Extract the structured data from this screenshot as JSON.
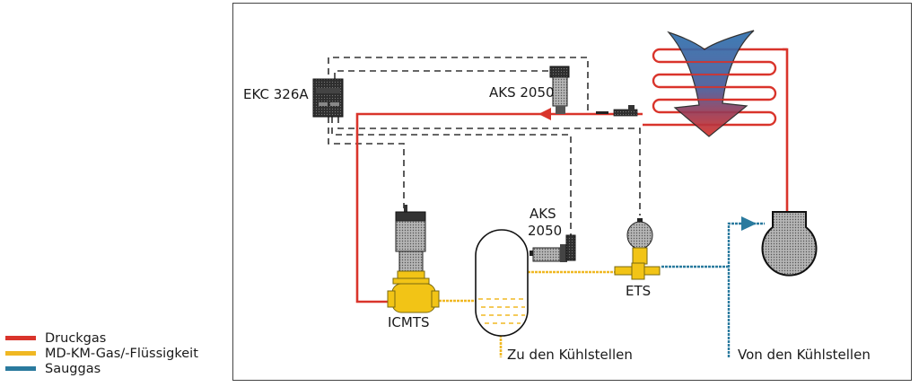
{
  "colors": {
    "druckgas": "#d9342b",
    "fluessig": "#f0b823",
    "sauggas": "#2a7a9e",
    "signal": "#333333",
    "component_gray": "#9a9a9a",
    "component_dark": "#3a3a3a",
    "brass": "#f2c416",
    "fan_top": "#2f72b0",
    "fan_bottom": "#d9342b"
  },
  "labels": {
    "controller": "EKC 326A",
    "sensor_top": "AKS 2050",
    "sensor_receiver_line1": "AKS",
    "sensor_receiver_line2": "2050",
    "main_valve": "ICMTS",
    "expansion_valve": "ETS",
    "to_consumers": "Zu den Kühlstellen",
    "from_consumers": "Von den Kühlstellen"
  },
  "legend": [
    {
      "label": "Druckgas",
      "color": "#d9342b"
    },
    {
      "label": "MD-KM-Gas/-Flüssigkeit",
      "color": "#f0b823"
    },
    {
      "label": "Sauggas",
      "color": "#2a7a9e"
    }
  ]
}
